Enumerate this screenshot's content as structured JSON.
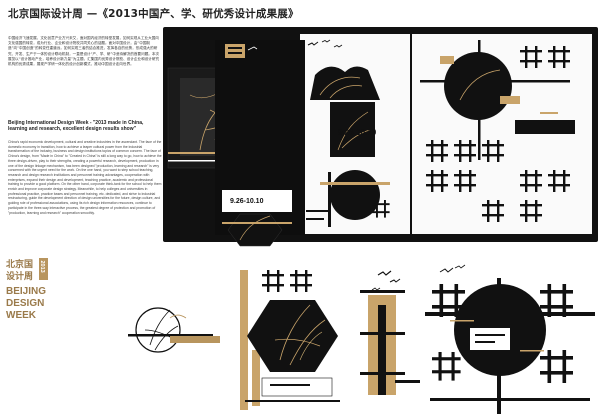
{
  "title_cn": "北京国际设计周 —《2013中国产、学、研优秀设计成果展》",
  "body_cn": "中国经济飞速发展，文化创意产业方兴未艾，面对国内经济的转型发展，如何实现从工业大国向文化强国的转变，成为行业、企业和设计院校共同关心的话题。面对中国设计，由“中国制造”向“中国创造”的转变任重道远，如何实现三者的结合推进，发挥各自的优势，形成强大的研究、开发、生产于一体的设计联动机制，一直是设计“产、学、研”中亟待解决的首要问题。本次展览以“设计推动产业，培养设计新力量”为主题，汇集国内优秀设计院校、设计企业和设计研究机构的优秀成果，展现产学研一体化的设计创新模式，推动中国设计走向世界。",
  "subtitle_en": "Beijing International Design Week - \"2013 made in China, learning and research, excellent design results show\"",
  "body_en": "China's rapid economic development, cultural and creative industries in the ascendant. The face of the domestic economy in transition, how to achieve a leaper cultural power from the industrial transformation of the industry, business and design institutions topics of common concern. The face of China's design, from \"Made in China\" to \"Created in China\" is still a long way to go, how to achieve the three design-driven, play to their strengths, creating a powerful research, development, production in one of the design linkage mechanism, has been designed \"production, learning and research\" is very concerned with the urgent need for the work. On the one hand, you want to step school teaching, research and design research institutions and personnel training advantages, cooperation with enterprises, expand their design and development, teaching practice, academic and professional training to provide a good platform. On the other hand, corporate think-tank for the school to help them enrich and improve corporate design strategy. Meanwhile, to help colleges and universities in professional practice, practice bases and personnel training, etc. dedicated, and strive to industrial restructuring, guide the development direction of design universities for the future, design culture, and guiding role of professional associations, using its rich design information resources, continue to participate in the three-way interactive process, the greatest degree of protection and promotion of \"production, learning and research\" cooperation smoothly.",
  "logo": {
    "line1": "北京国",
    "line2": "设计周",
    "year": "2013",
    "en1": "BEIJING",
    "en2": "DESIGN",
    "en3": "WEEK"
  },
  "date_1": "9.26-10.10",
  "date_2": "9.26-10.10",
  "colors": {
    "gold": "#b8955e",
    "black": "#111111",
    "accent": "#e07050"
  }
}
